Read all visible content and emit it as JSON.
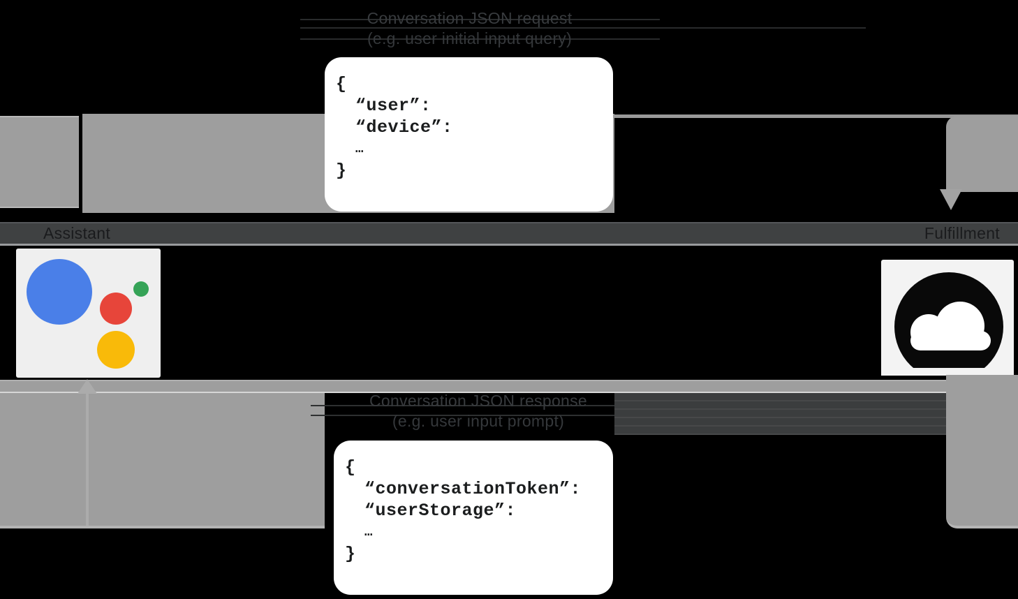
{
  "top_flow": {
    "label_line1": "Conversation JSON request",
    "label_line2": "(e.g. user initial input query)",
    "code": [
      "{",
      "“user”:",
      "“device”:",
      "…",
      "}"
    ]
  },
  "bottom_flow": {
    "label_line1": "Conversation JSON response",
    "label_line2": "(e.g. user input prompt)",
    "code": [
      "{",
      "“conversationToken”:",
      "“userStorage”:",
      "…",
      "}"
    ]
  },
  "lanes": {
    "left_label": "Assistant",
    "right_label": "Fulfillment"
  },
  "icons": {
    "assistant": "google-assistant-logo",
    "fulfillment": "actions-on-google-cloud-logo"
  },
  "colors": {
    "background": "#000000",
    "arrow_gray": "#9e9e9e",
    "divider_band": "#3f4142",
    "code_box": "#ffffff",
    "label_text": "#383b3e",
    "assistant_blue": "#4a7fe8",
    "assistant_red": "#e7453a",
    "assistant_green": "#35a357",
    "assistant_yellow": "#f9ba09"
  }
}
